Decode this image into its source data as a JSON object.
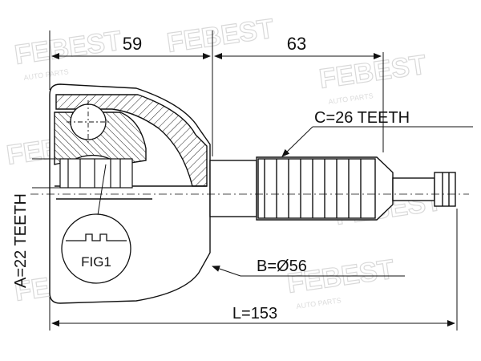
{
  "dimensions": {
    "length_left": "59",
    "length_right": "63",
    "teeth_c": "C=26 TEETH",
    "diameter_b": "B=Ø56",
    "teeth_a": "A=22 TEETH",
    "total_length": "L=153"
  },
  "figure_label": "FIG1",
  "watermark": {
    "brand": "FEBEST",
    "tagline": "AUTO PARTS"
  },
  "colors": {
    "line": "#111111",
    "watermark": "#d9d9d9"
  }
}
